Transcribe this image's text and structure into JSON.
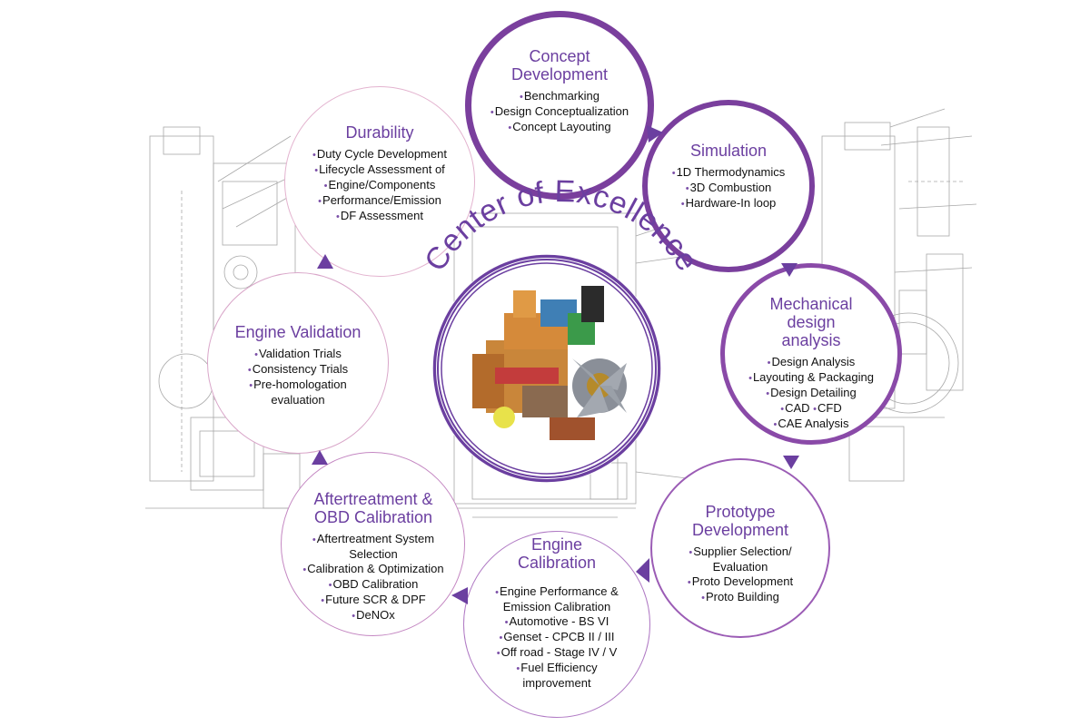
{
  "center": {
    "title": "Center of Excellence"
  },
  "nodes": {
    "concept": {
      "title": "Concept\nDevelopment",
      "items": [
        "Benchmarking",
        "Design Conceptualization",
        "Concept Layouting"
      ]
    },
    "simulation": {
      "title": "Simulation",
      "items": [
        "1D Thermodynamics",
        "3D Combustion",
        "Hardware-In loop"
      ]
    },
    "mechanical": {
      "title": "Mechanical\ndesign\nanalysis",
      "items": [
        "Design Analysis",
        "Layouting & Packaging",
        "Design Detailing",
        "CAD",
        "CFD",
        "CAE Analysis"
      ]
    },
    "prototype": {
      "title": "Prototype\nDevelopment",
      "items": [
        "Supplier Selection/",
        "Evaluation",
        "Proto Development",
        "Proto Building"
      ]
    },
    "calibration": {
      "title": "Engine\nCalibration",
      "items": [
        "Engine Performance &",
        "Emission Calibration",
        "Automotive - BS VI",
        "Genset - CPCB II / III",
        "Off road - Stage IV / V",
        "Fuel Efficiency",
        "improvement"
      ]
    },
    "aftertreatment": {
      "title": "Aftertreatment &\nOBD Calibration",
      "items": [
        "Aftertreatment System",
        "Selection",
        "Calibration & Optimization",
        "OBD Calibration",
        "Future SCR & DPF",
        "DeNOx"
      ]
    },
    "validation": {
      "title": "Engine Validation",
      "items": [
        "Validation Trials",
        "Consistency Trials",
        "Pre-homologation",
        "evaluation"
      ]
    },
    "durability": {
      "title": "Durability",
      "items": [
        "Duty Cycle Development",
        "Lifecycle Assessment of",
        "Engine/Components",
        "Performance/Emission",
        "DF Assessment"
      ]
    }
  },
  "colors": {
    "accent": "#6b3fa0",
    "ring_dark": "#7a3f9d",
    "ring_light": "#d9a6c9",
    "bullet": "#7b4fa8",
    "line_art": "#9a9a9a"
  },
  "icons": {
    "engine": "engine-illustration",
    "arrow": "arrow-icon"
  }
}
